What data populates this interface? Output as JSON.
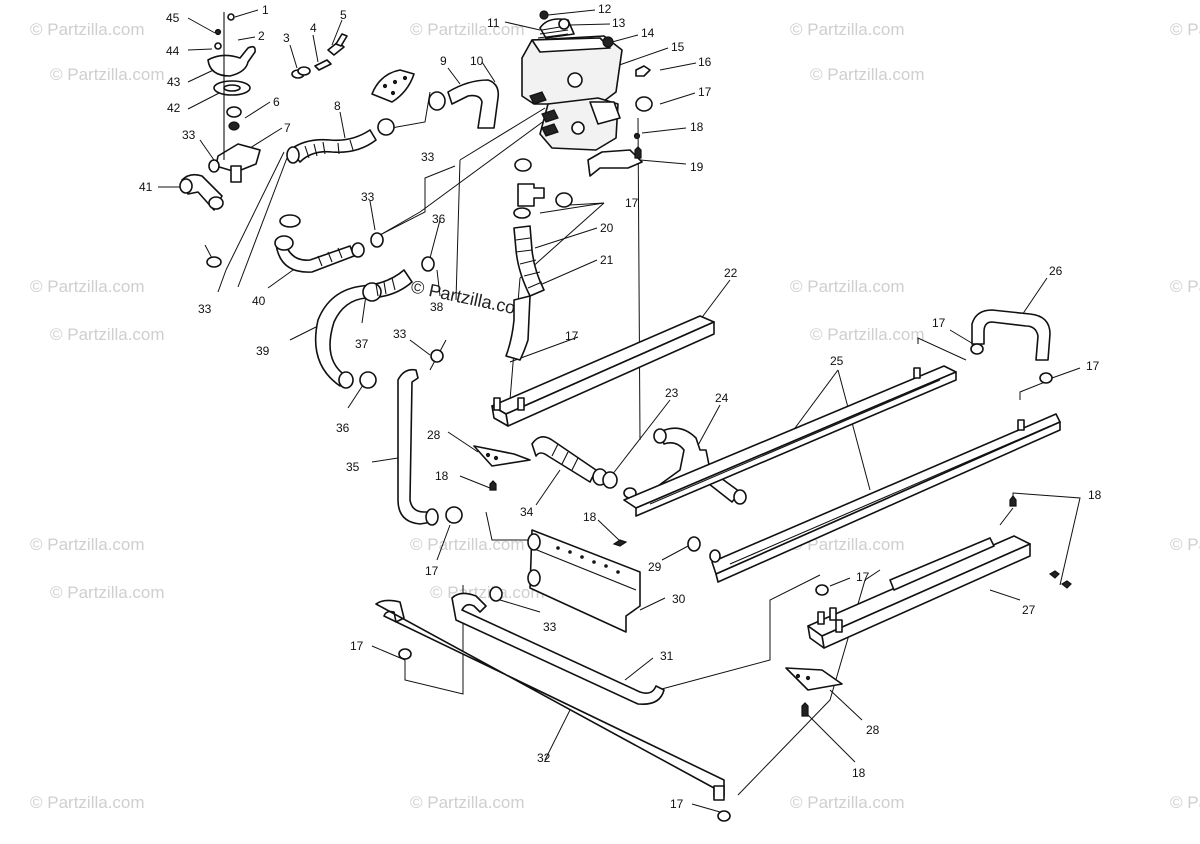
{
  "watermark": {
    "text": "© Partzilla.com",
    "center_text": "© Partzilla.com"
  },
  "callouts": {
    "c1": "1",
    "c2": "2",
    "c3": "3",
    "c4": "4",
    "c5": "5",
    "c6": "6",
    "c7": "7",
    "c8": "8",
    "c9": "9",
    "c10": "10",
    "c11": "11",
    "c12": "12",
    "c13": "13",
    "c14": "14",
    "c15": "15",
    "c16": "16",
    "c17": "17",
    "c18": "18",
    "c19": "19",
    "c20": "20",
    "c21": "21",
    "c22": "22",
    "c23": "23",
    "c24": "24",
    "c25": "25",
    "c26": "26",
    "c27": "27",
    "c28": "28",
    "c29": "29",
    "c30": "30",
    "c31": "31",
    "c32": "32",
    "c33": "33",
    "c34": "34",
    "c35": "35",
    "c36": "36",
    "c37": "37",
    "c38": "38",
    "c39": "39",
    "c40": "40",
    "c41": "41",
    "c42": "42",
    "c43": "43",
    "c44": "44",
    "c45": "45"
  }
}
